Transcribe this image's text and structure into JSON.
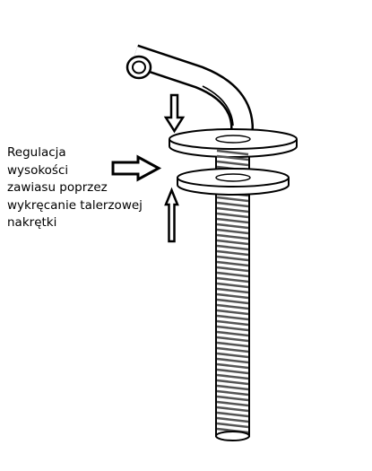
{
  "caption": {
    "lines": [
      "Regulacja",
      "wysokości",
      "zawiasu poprzez",
      "wykręcanie talerzowej",
      "nakrętki"
    ]
  },
  "colors": {
    "ink": "#000000",
    "background": "#ffffff",
    "bolt_shade": "#8a8a8a"
  },
  "icons": [
    "arrow-down-icon",
    "arrow-right-icon",
    "arrow-up-icon"
  ]
}
